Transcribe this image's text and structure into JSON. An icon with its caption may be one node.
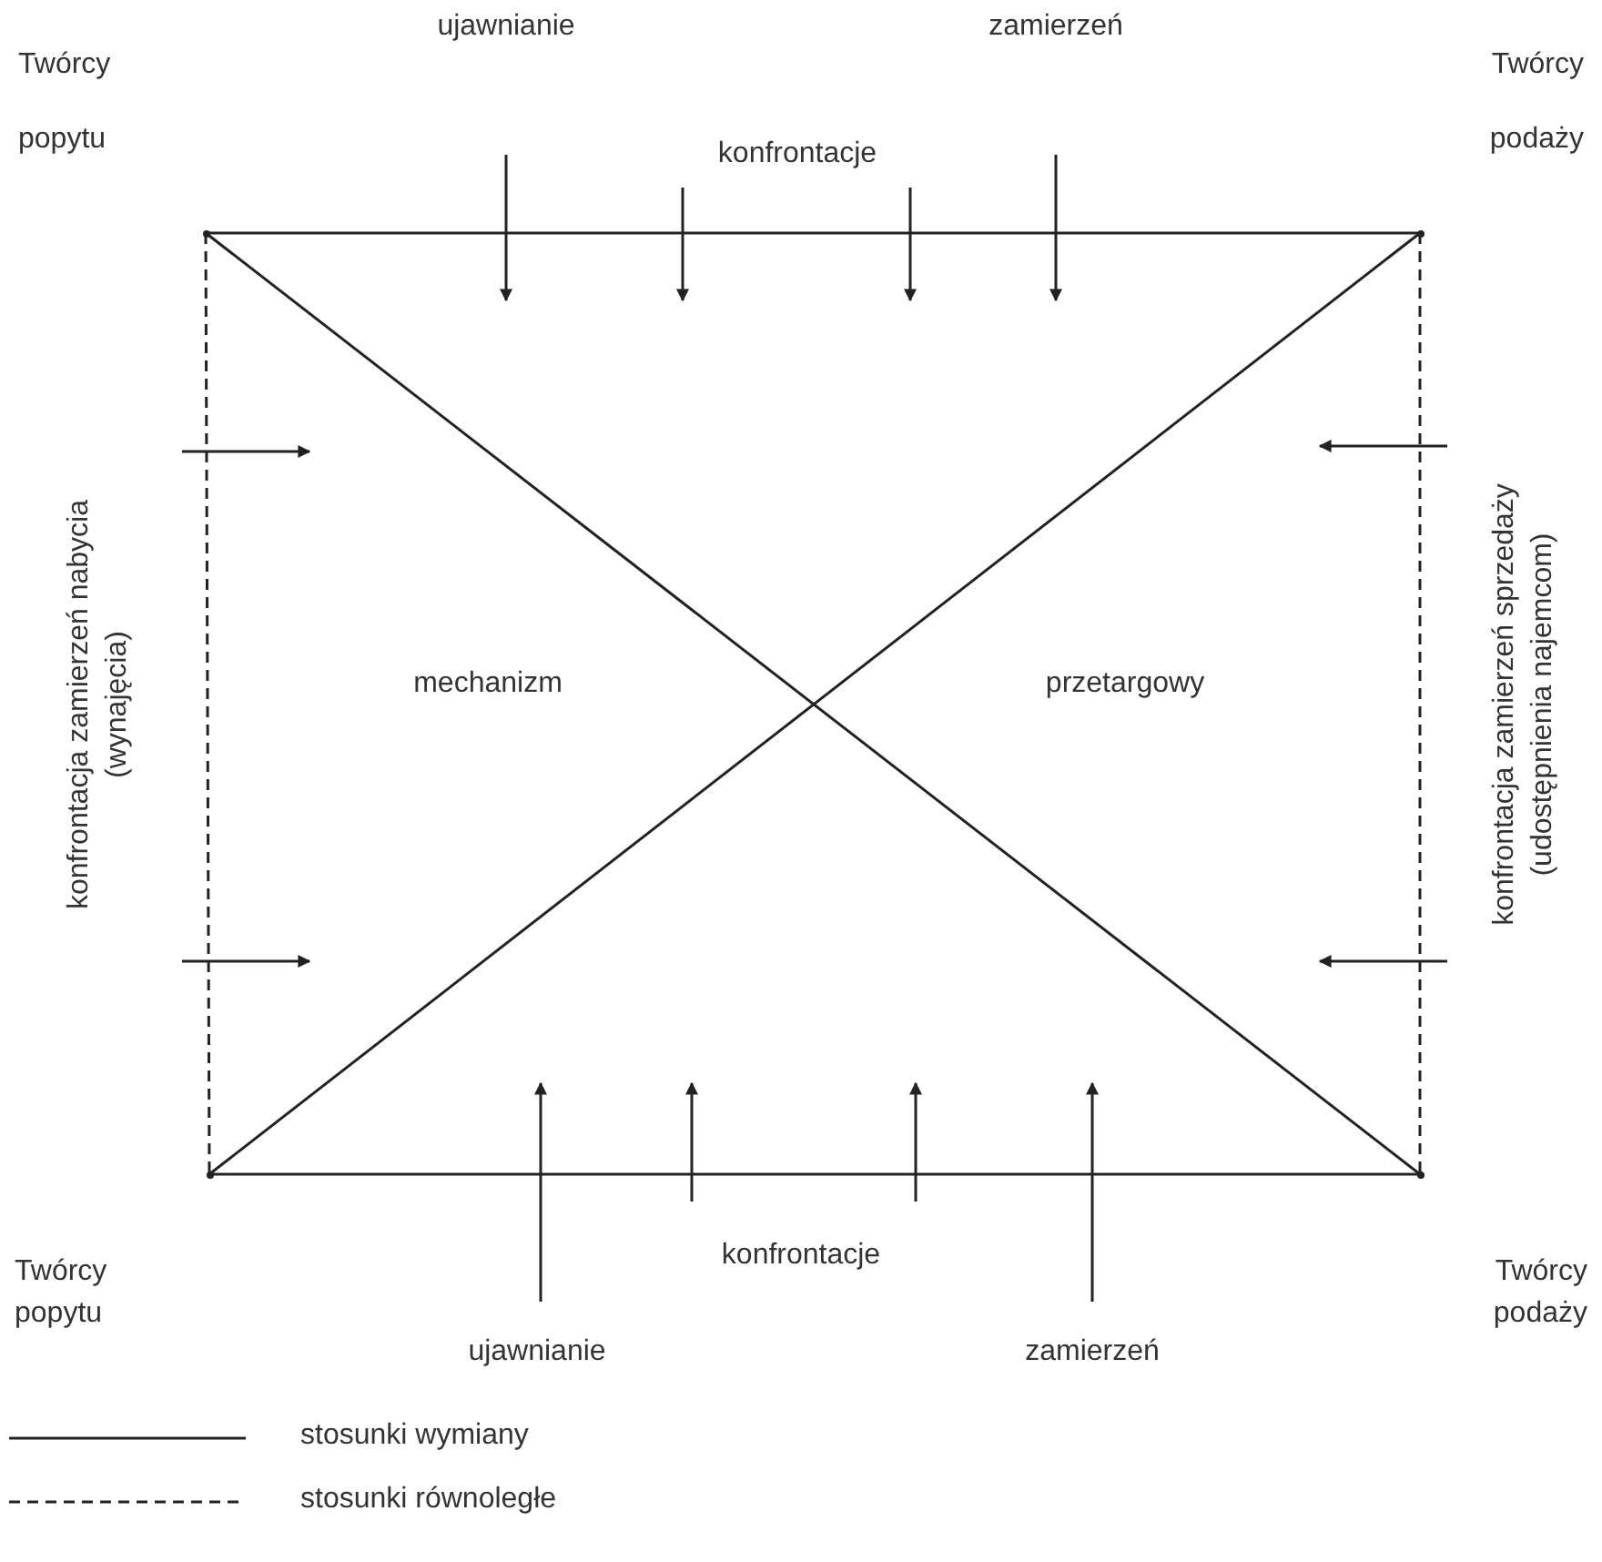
{
  "diagram": {
    "nodes": [
      {
        "text": [
          "Twórcy popytu"
        ]
      },
      {
        "text": [
          "Twórcy podaży"
        ]
      },
      {
        "text": [
          "Twórcy popytu"
        ]
      },
      {
        "text": [
          "Twórcy podaży"
        ]
      }
    ],
    "edges": [
      {
        "from": 0,
        "to": 1,
        "arrow": "none"
      },
      {
        "from": 0,
        "to": 2,
        "arrow": "none",
        "style": "dashed"
      },
      {
        "from": 1,
        "to": 3,
        "arrow": "none",
        "style": "dashed"
      },
      {
        "from": 0,
        "to": 3,
        "arrow": "none"
      },
      {
        "from": 2,
        "to": 1,
        "arrow": "none"
      },
      {
        "from": 2,
        "to": 3,
        "arrow": "none"
      }
    ],
    "labels": [
      "ujawnianie",
      "zamierzeń",
      "konfrontacje",
      "konfrontacja zamierzeń nabycia (wynajęcia)",
      "konfrontacja zamierzeń sprzedaży (udostępnienia najemcom)",
      "mechanizm",
      "przetargowy",
      "konfrontacje",
      "ujawnianie",
      "zamierzeń"
    ],
    "legend": [
      {
        "text": "stosunki wymiany"
      },
      {
        "text": "stosunki równoległe"
      }
    ]
  }
}
